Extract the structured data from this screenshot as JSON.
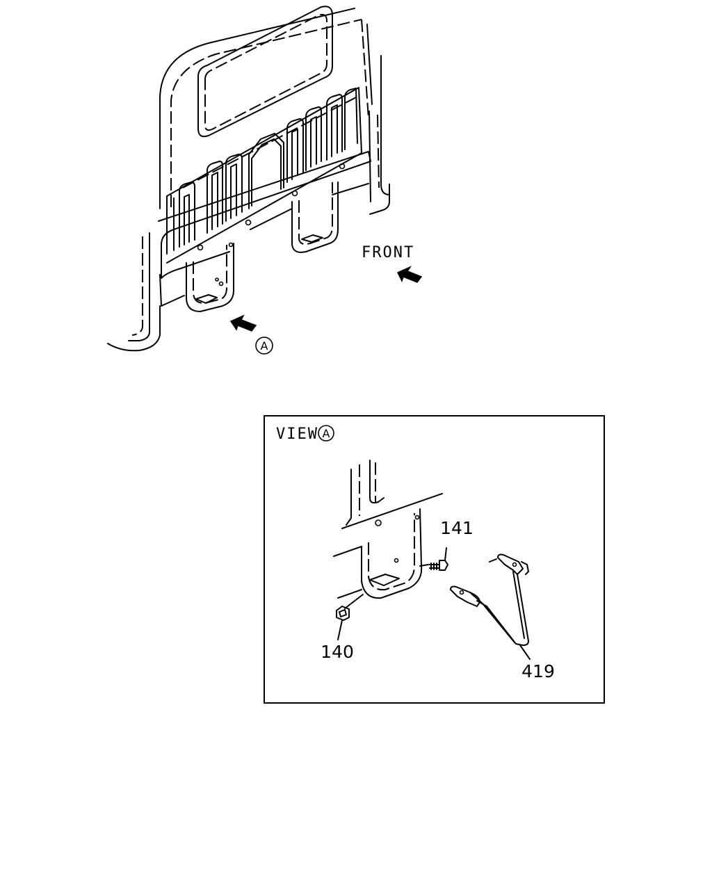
{
  "labels": {
    "front": "FRONT",
    "view_text": "VIEW",
    "view_marker": "A",
    "marker_a": "A"
  },
  "callouts": [
    {
      "number": "141",
      "part": "bolt"
    },
    {
      "number": "140",
      "part": "nut"
    },
    {
      "number": "419",
      "part": "bracket"
    }
  ]
}
